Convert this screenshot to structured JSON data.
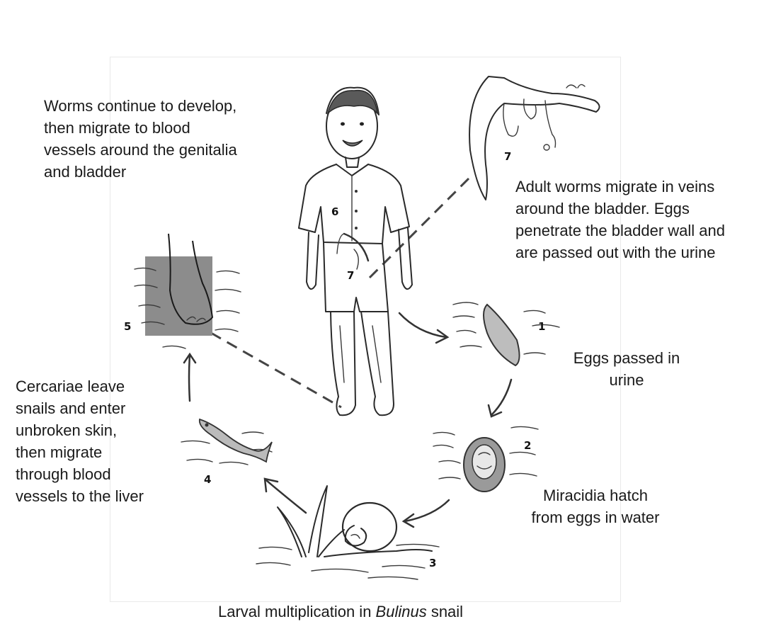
{
  "labels": {
    "worms_develop": "Worms continue to develop,\nthen migrate to blood\nvessels around the genitalia\nand bladder",
    "adult_worms": "Adult worms migrate in veins\naround the bladder. Eggs\npenetrate the bladder wall and\nare passed out with the urine",
    "eggs_passed": "Eggs passed in\nurine",
    "miracidia": "Miracidia hatch\nfrom eggs in water",
    "larval_prefix": "Larval multiplication in ",
    "larval_genus": "Bulinus",
    "larval_suffix": " snail",
    "cercariae": "Cercariae leave\nsnails and enter\nunbroken skin,\nthen migrate\nthrough blood\nvessels to the liver"
  },
  "stage_numbers": {
    "eggs": "1",
    "miracidia": "2",
    "snail": "3",
    "cercariae": "4",
    "skin_entry": "5",
    "development": "6",
    "adult_body": "7",
    "adult_worm": "7"
  },
  "colors": {
    "ink": "#2a2a2a",
    "water_shade": "#8c8c8c"
  }
}
